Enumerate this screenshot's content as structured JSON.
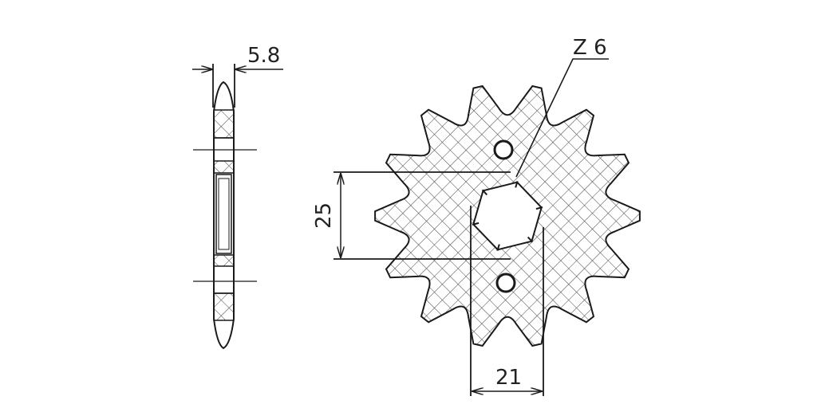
{
  "drawing": {
    "thickness_label": "5.8",
    "tooth_label": "Z 6",
    "bore_height_label": "25",
    "bore_width_label": "21",
    "teeth_count": 14,
    "line_color": "#1a1a1a",
    "hatch_color": "#444444"
  }
}
